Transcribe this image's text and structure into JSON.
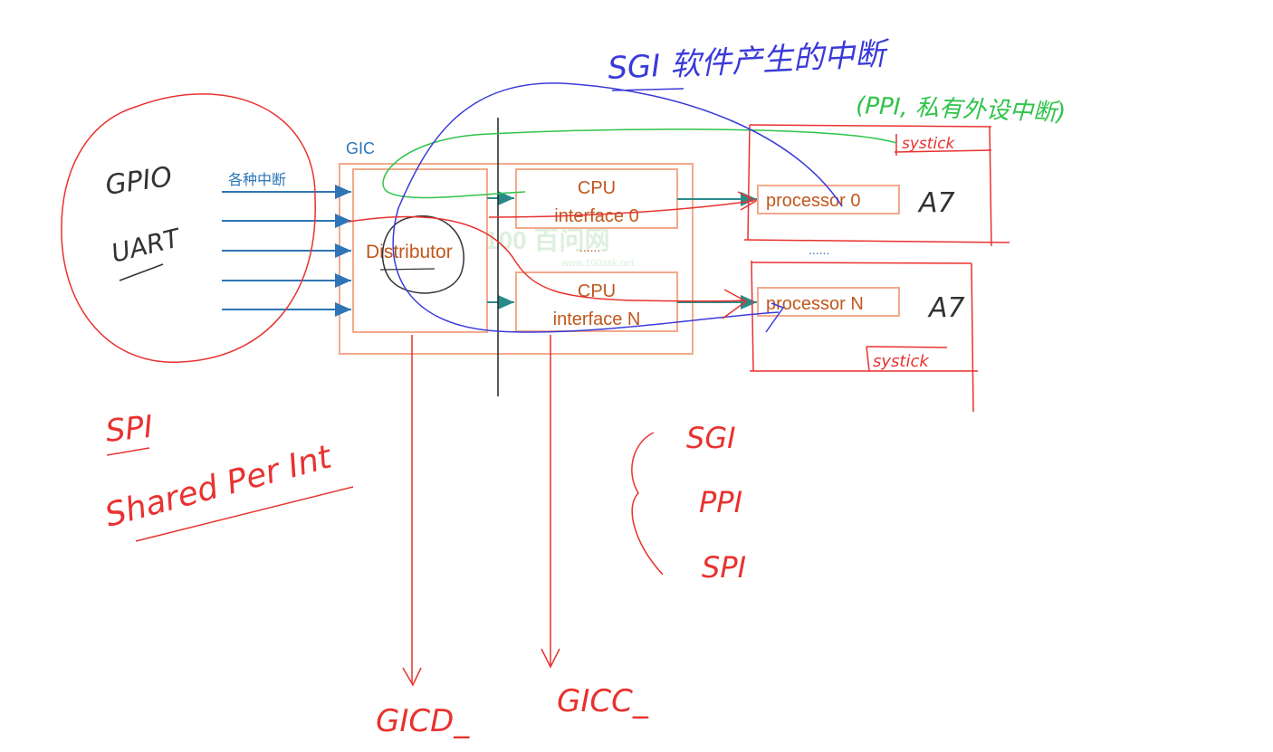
{
  "gic": {
    "title": "GIC",
    "interrupt_sources_label": "各种中断",
    "distributor_label": "Distributor",
    "cpu_interface_0_line1": "CPU",
    "cpu_interface_0_line2": "interface 0",
    "cpu_interface_n_line1": "CPU",
    "cpu_interface_n_line2": "interface N",
    "ellipsis": "......"
  },
  "processors": {
    "processor_0": "processor 0",
    "processor_n": "processor N",
    "ellipsis": "......",
    "core_label_0": "A7",
    "core_label_n": "A7",
    "systick_0": "systick",
    "systick_n": "systick"
  },
  "watermark": {
    "logo_text": "100 百问网",
    "url": "www.100ask.net"
  },
  "annotations": {
    "peripherals_line1": "GPIO",
    "peripherals_line2": "UART",
    "spi_title": "SPI",
    "spi_full": "Shared Per Int",
    "sgi_note": "SGI 软件产生的中断",
    "ppi_note": "(PPI, 私有外设中断)",
    "brace_list": [
      "SGI",
      "PPI",
      "SPI"
    ],
    "gicd_label": "GICD_",
    "gicc_label": "GICC_"
  },
  "colors": {
    "box_orange": "#f4a98b",
    "text_orange": "#c0571d",
    "arrow_blue": "#2e75b6",
    "label_blue": "#2e75b6",
    "hand_red": "#e8322f",
    "hand_blue": "#3a3ad8",
    "hand_green": "#2fc34a",
    "hand_black": "#333333"
  }
}
